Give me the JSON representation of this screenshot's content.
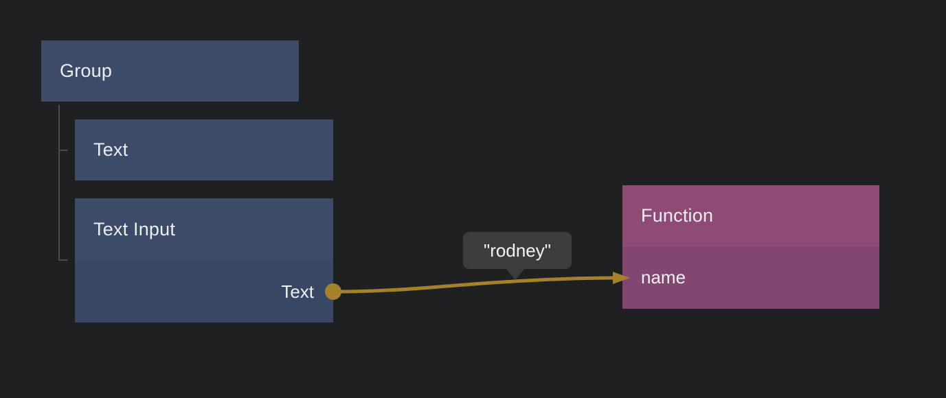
{
  "canvas": {
    "background": "#1f2021"
  },
  "nodes": {
    "group": {
      "title": "Group"
    },
    "text": {
      "title": "Text"
    },
    "text_input": {
      "title": "Text Input",
      "output_port": {
        "label": "Text"
      }
    },
    "function": {
      "title": "Function",
      "input_port": {
        "label": "name"
      }
    }
  },
  "connection": {
    "from_node": "Text Input",
    "from_port": "Text",
    "to_node": "Function",
    "to_port": "name",
    "value_tooltip": "\"rodney\""
  },
  "colors": {
    "background": "#1f2021",
    "node_blue_header": "#3c4b68",
    "node_blue_body": "#384763",
    "node_purple_header": "#8d4b76",
    "node_purple_body": "#834670",
    "wire": "#a5812d",
    "tree_line": "#4c4c4d",
    "tooltip_bg": "#3c3c3d",
    "label_text": "#eceef2"
  }
}
